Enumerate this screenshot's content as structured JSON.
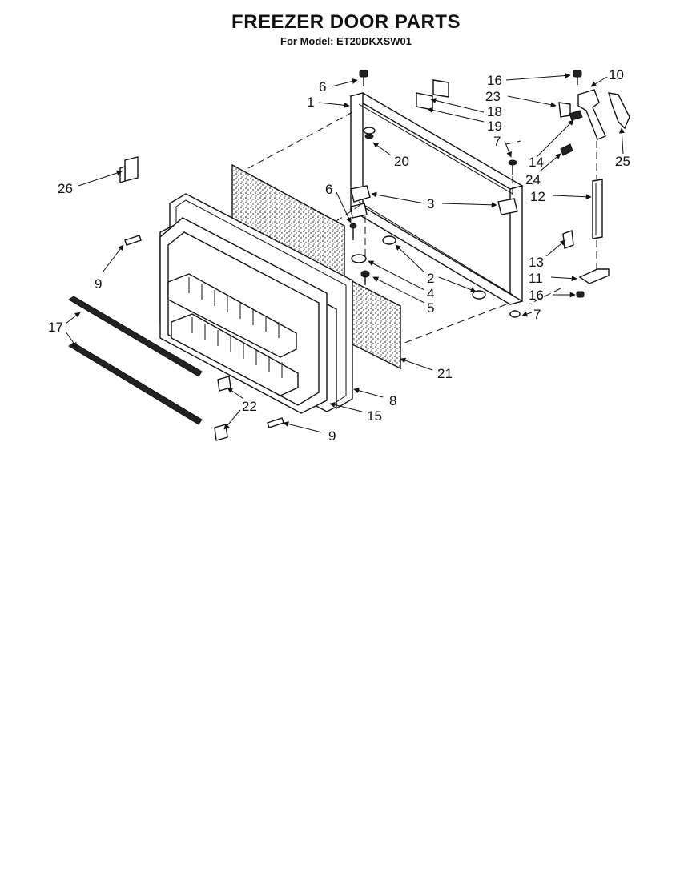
{
  "title": "FREEZER DOOR PARTS",
  "subtitle": "For Model: ET20DKXSW01",
  "callouts": [
    {
      "id": "c1",
      "text": "1"
    },
    {
      "id": "c2",
      "text": "2"
    },
    {
      "id": "c3",
      "text": "3"
    },
    {
      "id": "c4",
      "text": "4"
    },
    {
      "id": "c5",
      "text": "5"
    },
    {
      "id": "c6a",
      "text": "6"
    },
    {
      "id": "c6b",
      "text": "6"
    },
    {
      "id": "c7a",
      "text": "7"
    },
    {
      "id": "c7b",
      "text": "7"
    },
    {
      "id": "c8",
      "text": "8"
    },
    {
      "id": "c9a",
      "text": "9"
    },
    {
      "id": "c9b",
      "text": "9"
    },
    {
      "id": "c10",
      "text": "10"
    },
    {
      "id": "c11",
      "text": "11"
    },
    {
      "id": "c12",
      "text": "12"
    },
    {
      "id": "c13",
      "text": "13"
    },
    {
      "id": "c14",
      "text": "14"
    },
    {
      "id": "c15",
      "text": "15"
    },
    {
      "id": "c16a",
      "text": "16"
    },
    {
      "id": "c16b",
      "text": "16"
    },
    {
      "id": "c17",
      "text": "17"
    },
    {
      "id": "c18",
      "text": "18"
    },
    {
      "id": "c19",
      "text": "19"
    },
    {
      "id": "c20",
      "text": "20"
    },
    {
      "id": "c21",
      "text": "21"
    },
    {
      "id": "c22",
      "text": "22"
    },
    {
      "id": "c23",
      "text": "23"
    },
    {
      "id": "c24",
      "text": "24"
    },
    {
      "id": "c25",
      "text": "25"
    },
    {
      "id": "c26",
      "text": "26"
    }
  ]
}
